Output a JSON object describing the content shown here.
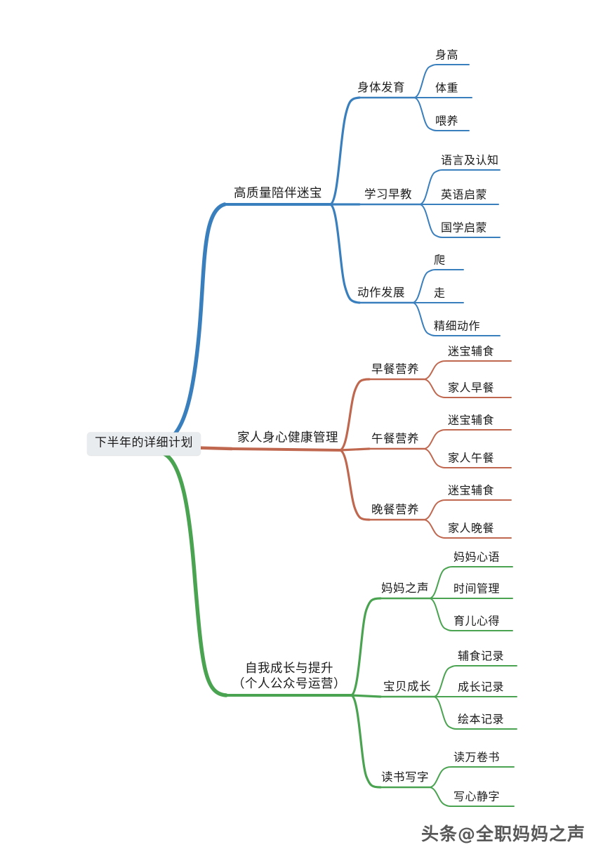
{
  "document": {
    "type": "mind-map",
    "title": "下半年的详细计划",
    "background_color": "#ffffff"
  },
  "colors": {
    "branch_blue": "#3a7fbd",
    "branch_orange": "#c0684f",
    "branch_green": "#4aa350",
    "root_background": "#e9ecef",
    "text": "#1a1a1a"
  },
  "root": {
    "label": "下半年的详细计划"
  },
  "branches": [
    {
      "label": "高质量陪伴迷宝",
      "color": "#3a7fbd",
      "children": [
        {
          "label": "身体发育",
          "leaves": [
            "身高",
            "体重",
            "喂养"
          ]
        },
        {
          "label": "学习早教",
          "leaves": [
            "语言及认知",
            "英语启蒙",
            "国学启蒙"
          ]
        },
        {
          "label": "动作发展",
          "leaves": [
            "爬",
            "走",
            "精细动作"
          ]
        }
      ]
    },
    {
      "label": "家人身心健康管理",
      "color": "#c0684f",
      "children": [
        {
          "label": "早餐营养",
          "leaves": [
            "迷宝辅食",
            "家人早餐"
          ]
        },
        {
          "label": "午餐营养",
          "leaves": [
            "迷宝辅食",
            "家人午餐"
          ]
        },
        {
          "label": "晚餐营养",
          "leaves": [
            "迷宝辅食",
            "家人晚餐"
          ]
        }
      ]
    },
    {
      "label_line1": "自我成长与提升",
      "label_line2": "（个人公众号运营）",
      "color": "#4aa350",
      "children": [
        {
          "label": "妈妈之声",
          "leaves": [
            "妈妈心语",
            "时间管理",
            "育儿心得"
          ]
        },
        {
          "label": "宝贝成长",
          "leaves": [
            "辅食记录",
            "成长记录",
            "绘本记录"
          ]
        },
        {
          "label": "读书写字",
          "leaves": [
            "读万卷书",
            "写心静字"
          ]
        }
      ]
    }
  ],
  "watermark": {
    "prefix": "头条",
    "at": "@",
    "account": "全职妈妈之声"
  }
}
